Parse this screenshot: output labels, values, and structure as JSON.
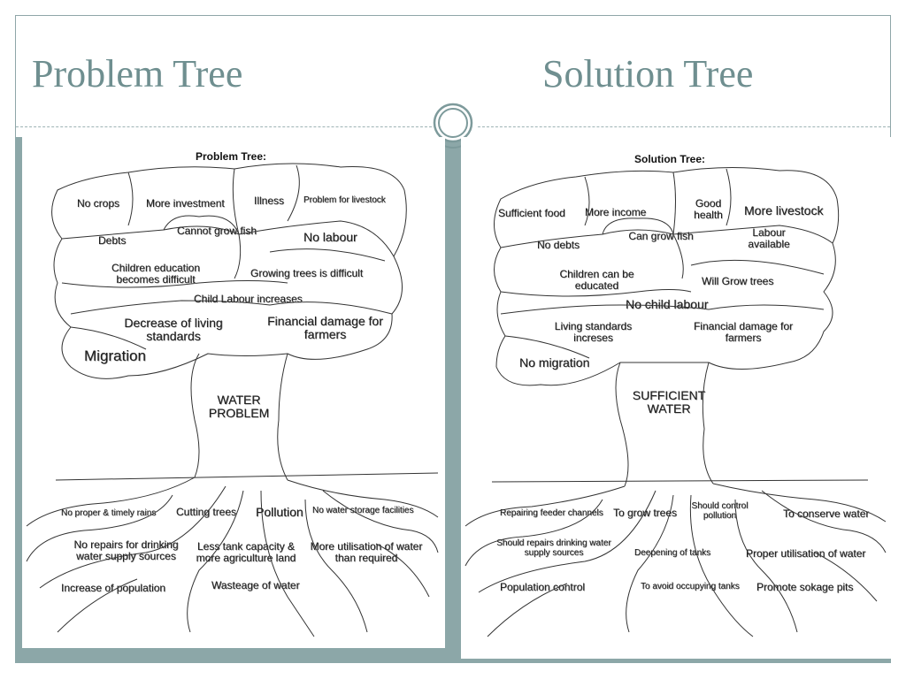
{
  "slide": {
    "title_left": "Problem Tree",
    "title_right": "Solution Tree",
    "colors": {
      "accent": "#6f8f90",
      "band": "#8ca7a8"
    }
  },
  "problem_tree": {
    "heading": "Problem Tree:",
    "trunk": "WATER PROBLEM",
    "canopy": [
      "No crops",
      "More investment",
      "Illness",
      "Problem for livestock",
      "Cannot grow fish",
      "Debts",
      "No labour",
      "Children education becomes difficult",
      "Growing trees is difficult",
      "Child Labour increases",
      "Decrease of living standards",
      "Financial damage for farmers",
      "Migration"
    ],
    "roots": [
      "No proper & timely rains",
      "Cutting trees",
      "Pollution",
      "No water storage facilities",
      "No repairs for drinking water supply sources",
      "Less tank capacity & more agriculture land",
      "More utilisation of water than required",
      "Increase of population",
      "Wasteage of water"
    ]
  },
  "solution_tree": {
    "heading": "Solution Tree:",
    "trunk": "SUFFICIENT WATER",
    "canopy": [
      "Sufficient food",
      "More income",
      "Good health",
      "More livestock",
      "No debts",
      "Can grow fish",
      "Labour available",
      "Children can be educated",
      "Will Grow trees",
      "No child labour",
      "Living standards increses",
      "Financial damage for farmers",
      "No migration"
    ],
    "roots": [
      "Repairing feeder channels",
      "To grow trees",
      "Should control pollution",
      "To conserve water",
      "Should repairs drinking water supply sources",
      "Deepening of tanks",
      "Proper utilisation of water",
      "Population control",
      "To avoid occupying tanks",
      "Promote sokage pits"
    ]
  }
}
